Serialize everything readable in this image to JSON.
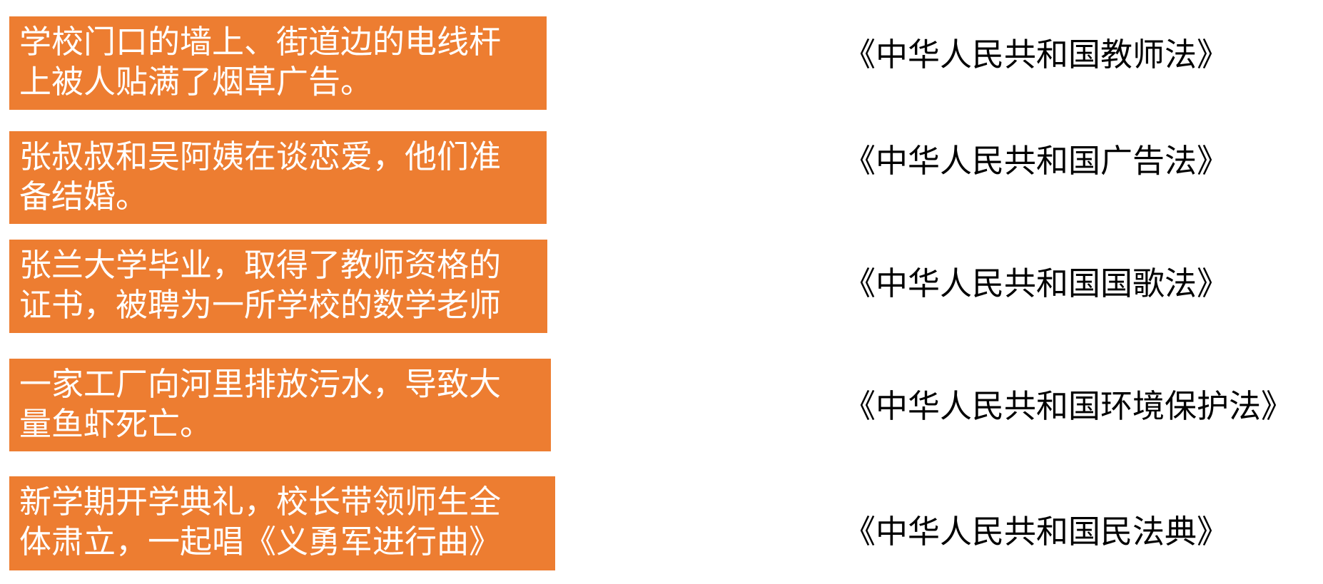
{
  "accent_color": "#ED7D31",
  "scenarios": [
    {
      "lines": [
        "学校门口的墙上、街道边的电线杆",
        "上被人贴满了烟草广告。"
      ]
    },
    {
      "lines": [
        "张叔叔和吴阿姨在谈恋爱，他们准",
        "备结婚。"
      ]
    },
    {
      "lines": [
        "张兰大学毕业，取得了教师资格的",
        "证书，被聘为一所学校的数学老师"
      ]
    },
    {
      "lines": [
        "一家工厂向河里排放污水，导致大",
        "量鱼虾死亡。"
      ]
    },
    {
      "lines": [
        "新学期开学典礼，校长带领师生全",
        "体肃立，一起唱《义勇军进行曲》"
      ]
    }
  ],
  "laws": [
    "《中华人民共和国教师法》",
    "《中华人民共和国广告法》",
    "《中华人民共和国国歌法》",
    "《中华人民共和国环境保护法》",
    "《中华人民共和国民法典》"
  ]
}
